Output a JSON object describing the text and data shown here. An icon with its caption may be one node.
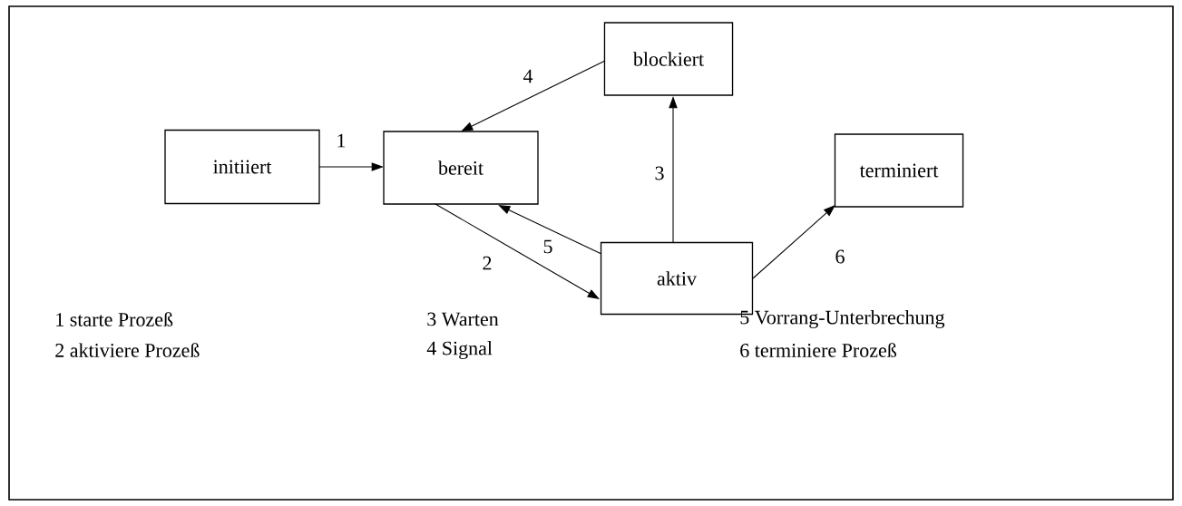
{
  "diagram": {
    "nodes": [
      {
        "text": [
          "initiiert"
        ]
      },
      {
        "text": [
          "bereit"
        ]
      },
      {
        "text": [
          "blockiert"
        ]
      },
      {
        "text": [
          "terminiert"
        ]
      },
      {
        "text": [
          "aktiv"
        ]
      }
    ],
    "edges": [
      {
        "from": 0,
        "to": 1,
        "arrow": "to",
        "label": "1"
      },
      {
        "from": 1,
        "to": 4,
        "arrow": "to",
        "label": "2"
      },
      {
        "from": 4,
        "to": 2,
        "arrow": "to",
        "label": "3"
      },
      {
        "from": 2,
        "to": 1,
        "arrow": "to",
        "label": "4"
      },
      {
        "from": 4,
        "to": 1,
        "arrow": "to",
        "label": "5"
      },
      {
        "from": 4,
        "to": 3,
        "arrow": "to",
        "label": "6"
      }
    ],
    "labels": [
      "1 starte Prozeß",
      "3 Warten",
      "5 Vorrang-Unterbrechung",
      "2 aktiviere Prozeß",
      "4 Signal",
      "6 terminiere Prozeß"
    ]
  }
}
